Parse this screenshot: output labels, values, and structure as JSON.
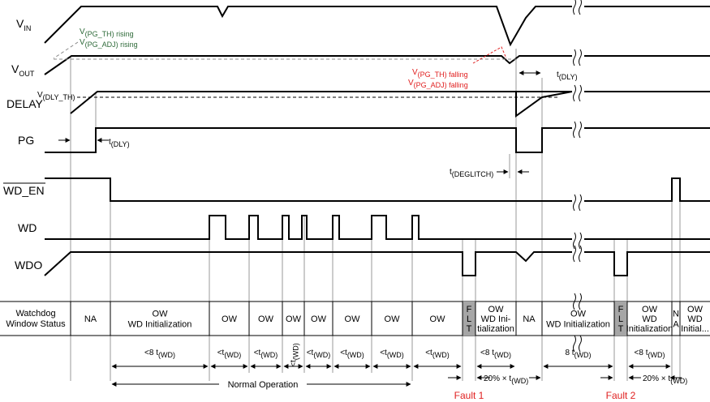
{
  "signals": {
    "vin": {
      "main": "V",
      "sub": "IN"
    },
    "vout": {
      "main": "V",
      "sub": "OUT"
    },
    "delay": "DELAY",
    "pg": "PG",
    "wd_en": "WD_EN",
    "wd": "WD",
    "wdo": "WDO"
  },
  "annotations": {
    "pg_th_rising": {
      "main": "V",
      "sub": "(PG_TH) rising"
    },
    "pg_adj_rising": {
      "main": "V",
      "sub": "(PG_ADJ) rising"
    },
    "pg_th_falling": {
      "main": "V",
      "sub": "(PG_TH) falling"
    },
    "pg_adj_falling": {
      "main": "V",
      "sub": "(PG_ADJ) falling"
    },
    "dly_th": {
      "main": "V",
      "sub": "(DLY_TH)"
    },
    "t_dly_1": {
      "main": "t",
      "sub": "(DLY)"
    },
    "t_dly_2": {
      "main": "t",
      "sub": "(DLY)"
    },
    "t_deglitch": {
      "main": "t",
      "sub": "(DEGLITCH)"
    }
  },
  "status_table": {
    "header_line1": "Watchdog",
    "header_line2": "Window Status",
    "cells": [
      {
        "lines": [
          "NA"
        ]
      },
      {
        "lines": [
          "OW",
          "WD Initialization"
        ]
      },
      {
        "lines": [
          "OW"
        ]
      },
      {
        "lines": [
          "OW"
        ]
      },
      {
        "lines": [
          "OW"
        ]
      },
      {
        "lines": [
          "OW"
        ]
      },
      {
        "lines": [
          "OW"
        ]
      },
      {
        "lines": [
          "OW"
        ]
      },
      {
        "lines": [
          "OW"
        ]
      },
      {
        "lines": [
          "F",
          "L",
          "T"
        ],
        "shaded": true
      },
      {
        "lines": [
          "OW",
          "WD Ini-",
          "tialization"
        ]
      },
      {
        "lines": [
          "NA"
        ]
      },
      {
        "lines": [
          "OW",
          "WD Initialization"
        ]
      },
      {
        "lines": [
          "F",
          "L",
          "T"
        ],
        "shaded": true
      },
      {
        "lines": [
          "OW",
          "WD",
          "Initialization"
        ]
      },
      {
        "lines": [
          "N",
          "A"
        ]
      },
      {
        "lines": [
          "OW",
          "WD",
          "Initial..."
        ]
      }
    ]
  },
  "durations": [
    {
      "main": "<8 t",
      "sub": "(WD)"
    },
    {
      "main": "<t",
      "sub": "(WD)"
    },
    {
      "main": "<t",
      "sub": "(WD)"
    },
    {
      "main": "<t",
      "sub": "(WD)"
    },
    {
      "main": "<t",
      "sub": "(WD)"
    },
    {
      "main": "<t",
      "sub": "(WD)"
    },
    {
      "main": "<t",
      "sub": "(WD)"
    },
    {
      "main": "<t",
      "sub": "(WD)"
    },
    {
      "main": "<8 t",
      "sub": "(WD)"
    },
    {
      "main": "8 t",
      "sub": "(WD)"
    },
    {
      "main": "<8 t",
      "sub": "(WD)"
    }
  ],
  "bottom": {
    "normal_operation": "Normal Operation",
    "pct_1": {
      "main": "20% × t",
      "sub": "(WD)"
    },
    "pct_2": {
      "main": "20% × t",
      "sub": "(WD)"
    },
    "fault_1": "Fault 1",
    "fault_2": "Fault 2"
  },
  "colors": {
    "signal": "#000000",
    "rising_annotation": "#2f6b3a",
    "falling_annotation": "#e02020",
    "fault": "#e02020",
    "flt_shade": "#a6a6a6"
  }
}
